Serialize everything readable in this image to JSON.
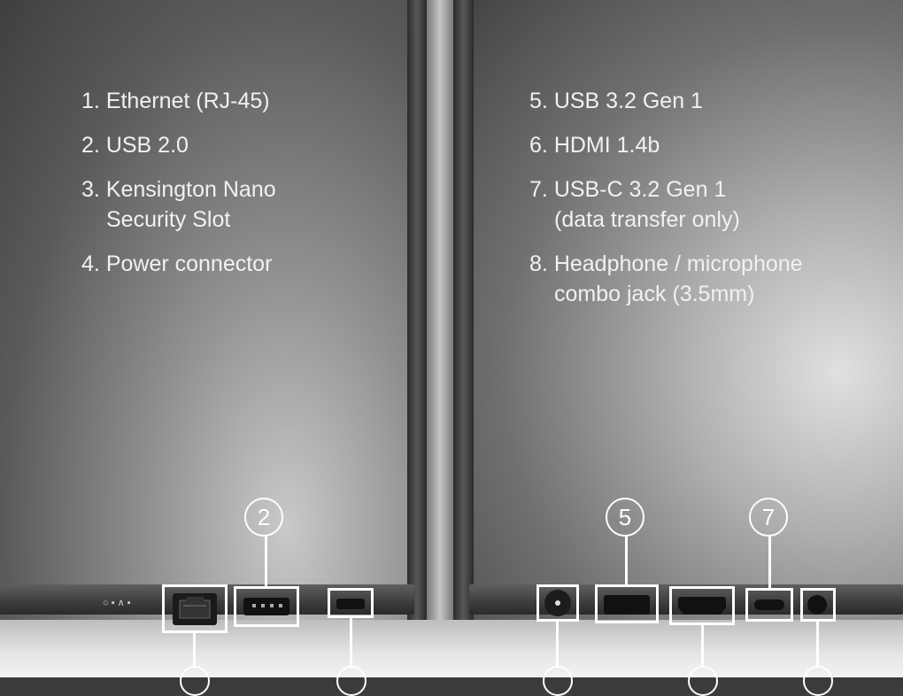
{
  "left_list": [
    {
      "num": "1.",
      "line1": "Ethernet (RJ-45)",
      "line2": ""
    },
    {
      "num": "2.",
      "line1": "USB 2.0",
      "line2": ""
    },
    {
      "num": "3.",
      "line1": "Kensington Nano",
      "line2": "Security Slot"
    },
    {
      "num": "4.",
      "line1": "Power connector",
      "line2": ""
    }
  ],
  "right_list": [
    {
      "num": "5.",
      "line1": "USB 3.2 Gen 1",
      "line2": ""
    },
    {
      "num": "6.",
      "line1": "HDMI 1.4b",
      "line2": ""
    },
    {
      "num": "7.",
      "line1": "USB-C 3.2 Gen 1",
      "line2": "(data transfer only)"
    },
    {
      "num": "8.",
      "line1": "Headphone / microphone",
      "line2": "combo jack (3.5mm)"
    }
  ],
  "callouts": {
    "c2": "2",
    "c5": "5",
    "c7": "7"
  },
  "indicators": {
    "left": "○ ▪  ∧ ▪"
  },
  "colors": {
    "text": "#f1f1f1",
    "callout": "#ffffff",
    "port": "#111111"
  }
}
